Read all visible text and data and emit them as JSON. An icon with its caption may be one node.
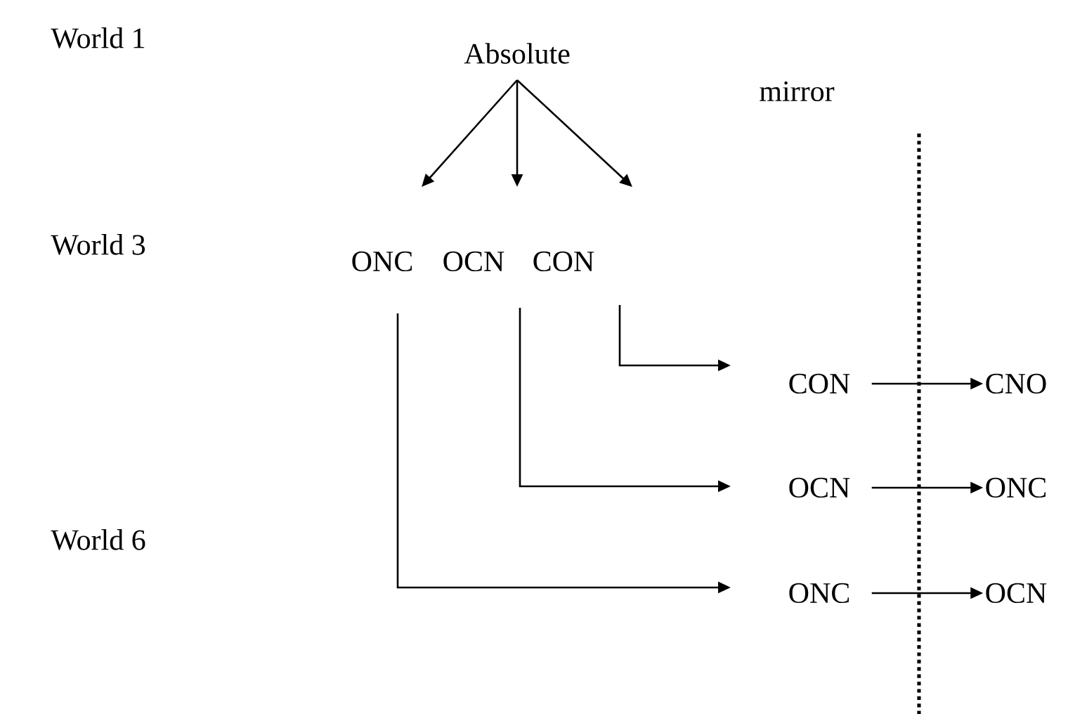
{
  "diagram": {
    "nodes": [
      {
        "text": [
          "Absolute"
        ]
      },
      {
        "text": [
          "ONC"
        ]
      },
      {
        "text": [
          "OCN"
        ]
      },
      {
        "text": [
          "CON"
        ]
      },
      {
        "text": [
          "CON"
        ]
      },
      {
        "text": [
          "OCN"
        ]
      },
      {
        "text": [
          "ONC"
        ]
      },
      {
        "text": [
          "CNO"
        ]
      },
      {
        "text": [
          "ONC"
        ]
      },
      {
        "text": [
          "OCN"
        ]
      }
    ],
    "edges": [
      {
        "from": 0,
        "to": 1,
        "arrow": "to"
      },
      {
        "from": 0,
        "to": 2,
        "arrow": "to"
      },
      {
        "from": 0,
        "to": 3,
        "arrow": "to"
      },
      {
        "from": 3,
        "to": 4,
        "arrow": "to"
      },
      {
        "from": 2,
        "to": 5,
        "arrow": "to"
      },
      {
        "from": 1,
        "to": 6,
        "arrow": "to"
      },
      {
        "from": 4,
        "to": 7,
        "arrow": "to"
      },
      {
        "from": 5,
        "to": 8,
        "arrow": "to"
      },
      {
        "from": 6,
        "to": 9,
        "arrow": "to"
      }
    ],
    "labels": [
      "World 1",
      "World 3",
      "World 6",
      "mirror"
    ]
  }
}
